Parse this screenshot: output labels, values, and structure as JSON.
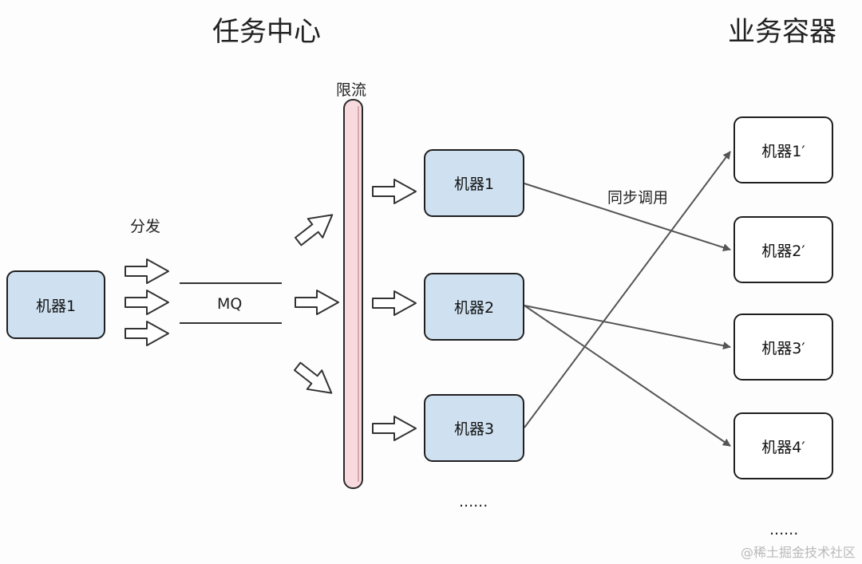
{
  "headings": {
    "task_center": "任务中心",
    "business_container": "业务容器"
  },
  "labels": {
    "dispatch": "分发",
    "rate_limit": "限流",
    "mq": "MQ",
    "sync_call": "同步调用",
    "ellipsis_workers": "......",
    "ellipsis_targets": "......"
  },
  "nodes": {
    "source": "机器1",
    "workers": [
      "机器1",
      "机器2",
      "机器3"
    ],
    "targets": [
      "机器1′",
      "机器2′",
      "机器3′",
      "机器4′"
    ]
  },
  "colors": {
    "task_node_fill": "#cfe1f1",
    "business_node_fill": "#ffffff",
    "limiter_fill": "#f8d9de",
    "line": "#555555"
  },
  "connections": [
    {
      "from": "workers.0",
      "to": "targets.1"
    },
    {
      "from": "workers.1",
      "to": "targets.2"
    },
    {
      "from": "workers.1",
      "to": "targets.3"
    },
    {
      "from": "workers.2",
      "to": "targets.0"
    }
  ],
  "watermark": "@稀土掘金技术社区"
}
